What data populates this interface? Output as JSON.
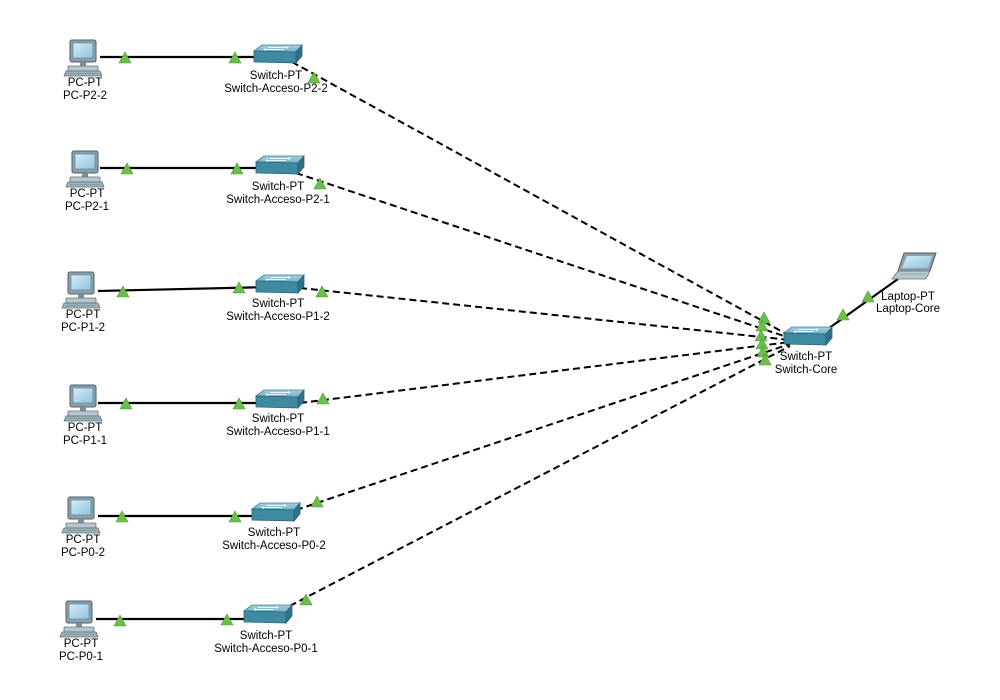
{
  "devices": {
    "pc_p2_2": {
      "type": "PC-PT",
      "name": "PC-P2-2"
    },
    "pc_p2_1": {
      "type": "PC-PT",
      "name": "PC-P2-1"
    },
    "pc_p1_2": {
      "type": "PC-PT",
      "name": "PC-P1-2"
    },
    "pc_p1_1": {
      "type": "PC-PT",
      "name": "PC-P1-1"
    },
    "pc_p0_2": {
      "type": "PC-PT",
      "name": "PC-P0-2"
    },
    "pc_p0_1": {
      "type": "PC-PT",
      "name": "PC-P0-1"
    },
    "sw_p2_2": {
      "type": "Switch-PT",
      "name": "Switch-Acceso-P2-2"
    },
    "sw_p2_1": {
      "type": "Switch-PT",
      "name": "Switch-Acceso-P2-1"
    },
    "sw_p1_2": {
      "type": "Switch-PT",
      "name": "Switch-Acceso-P1-2"
    },
    "sw_p1_1": {
      "type": "Switch-PT",
      "name": "Switch-Acceso-P1-1"
    },
    "sw_p0_2": {
      "type": "Switch-PT",
      "name": "Switch-Acceso-P0-2"
    },
    "sw_p0_1": {
      "type": "Switch-PT",
      "name": "Switch-Acceso-P0-1"
    },
    "sw_core": {
      "type": "Switch-PT",
      "name": "Switch-Core"
    },
    "laptop_core": {
      "type": "Laptop-PT",
      "name": "Laptop-Core"
    }
  },
  "links": [
    {
      "from": "PC-P2-2",
      "to": "Switch-Acceso-P2-2",
      "style": "copper-straight",
      "status": "up"
    },
    {
      "from": "PC-P2-1",
      "to": "Switch-Acceso-P2-1",
      "style": "copper-straight",
      "status": "up"
    },
    {
      "from": "PC-P1-2",
      "to": "Switch-Acceso-P1-2",
      "style": "copper-straight",
      "status": "up"
    },
    {
      "from": "PC-P1-1",
      "to": "Switch-Acceso-P1-1",
      "style": "copper-straight",
      "status": "up"
    },
    {
      "from": "PC-P0-2",
      "to": "Switch-Acceso-P0-2",
      "style": "copper-straight",
      "status": "up"
    },
    {
      "from": "PC-P0-1",
      "to": "Switch-Acceso-P0-1",
      "style": "copper-straight",
      "status": "up"
    },
    {
      "from": "Switch-Acceso-P2-2",
      "to": "Switch-Core",
      "style": "copper-cross",
      "status": "up"
    },
    {
      "from": "Switch-Acceso-P2-1",
      "to": "Switch-Core",
      "style": "copper-cross",
      "status": "up"
    },
    {
      "from": "Switch-Acceso-P1-2",
      "to": "Switch-Core",
      "style": "copper-cross",
      "status": "up"
    },
    {
      "from": "Switch-Acceso-P1-1",
      "to": "Switch-Core",
      "style": "copper-cross",
      "status": "up"
    },
    {
      "from": "Switch-Acceso-P0-2",
      "to": "Switch-Core",
      "style": "copper-cross",
      "status": "up"
    },
    {
      "from": "Switch-Acceso-P0-1",
      "to": "Switch-Core",
      "style": "copper-cross",
      "status": "up"
    },
    {
      "from": "Laptop-Core",
      "to": "Switch-Core",
      "style": "copper-straight",
      "status": "up"
    }
  ],
  "colors": {
    "port_up": "#6cbf4a",
    "switch_body": "#5b9fb5",
    "pc_screen": "#a9d3e8",
    "link": "#000000"
  },
  "icons": {
    "pc": "pc-icon",
    "switch": "switch-icon",
    "laptop": "laptop-icon",
    "port_status": "link-up-triangle-icon"
  }
}
